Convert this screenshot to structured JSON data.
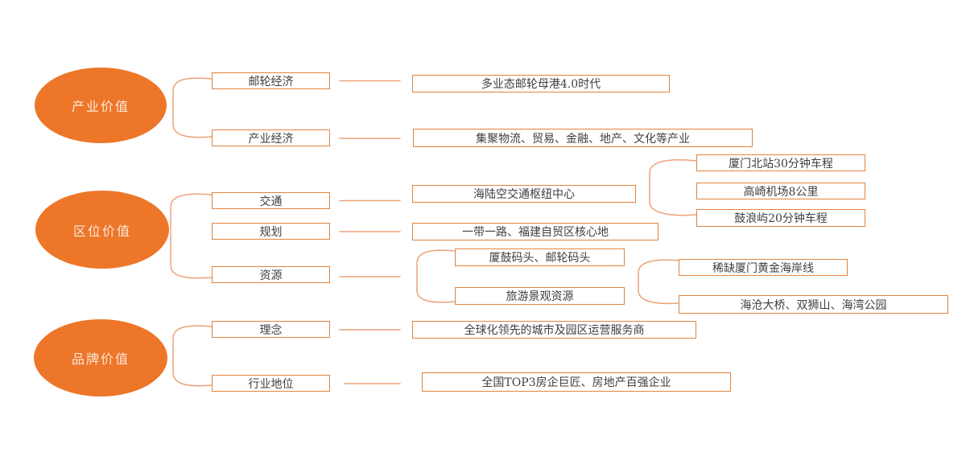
{
  "colors": {
    "background": "#ffffff",
    "node_fill": "#ed7628",
    "node_text": "#fbe8d8",
    "box_border": "#e1843e",
    "box_text": "#3f3f3f",
    "line": "#eba47a"
  },
  "diagram": {
    "type": "tree",
    "branches": [
      {
        "label": "产业价值",
        "children": [
          {
            "label": "邮轮经济",
            "detail": "多业态邮轮母港4.0时代"
          },
          {
            "label": "产业经济",
            "detail": "集聚物流、贸易、金融、地产、文化等产业"
          }
        ]
      },
      {
        "label": "区位价值",
        "children": [
          {
            "label": "交通",
            "detail": "海陆空交通枢纽中心",
            "subdetails": [
              "厦门北站30分钟车程",
              "高崎机场8公里",
              "鼓浪屿20分钟车程"
            ]
          },
          {
            "label": "规划",
            "detail": "一带一路、福建自贸区核心地"
          },
          {
            "label": "资源",
            "details": [
              "厦鼓码头、邮轮码头",
              "旅游景观资源"
            ],
            "subdetails": [
              "稀缺厦门黄金海岸线",
              "海沧大桥、双狮山、海湾公园"
            ]
          }
        ]
      },
      {
        "label": "品牌价值",
        "children": [
          {
            "label": "理念",
            "detail": "全球化领先的城市及园区运营服务商"
          },
          {
            "label": "行业地位",
            "detail": "全国TOP3房企巨匠、房地产百强企业"
          }
        ]
      }
    ]
  }
}
